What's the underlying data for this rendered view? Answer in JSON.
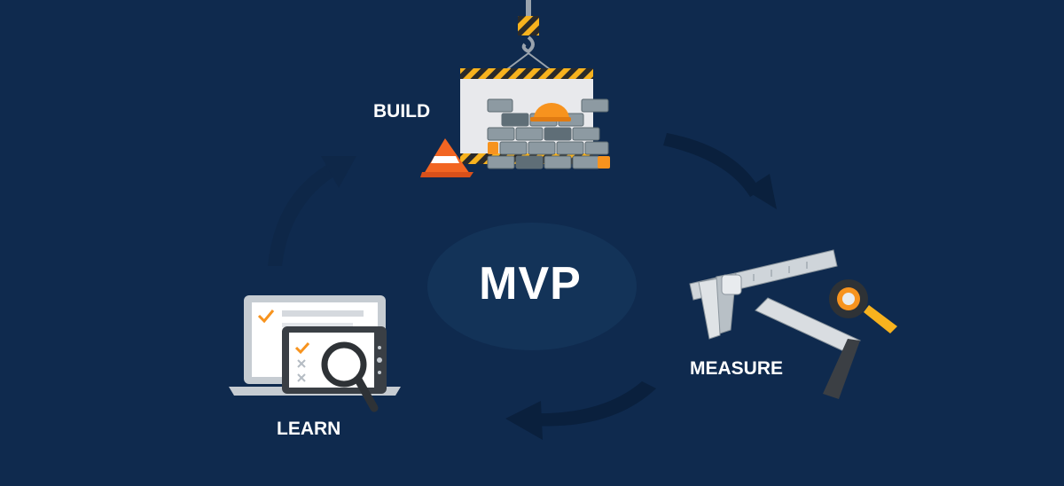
{
  "diagram": {
    "center_label": "MVP",
    "steps": [
      {
        "label": "BUILD"
      },
      {
        "label": "MEASURE"
      },
      {
        "label": "LEARN"
      }
    ]
  },
  "colors": {
    "background": "#0f2a4e",
    "center_ellipse": "#133358",
    "arrow": "#0b2240",
    "accent_orange": "#f7931e",
    "text": "#ffffff"
  },
  "icons": {
    "build": "brick-wall-crane-icon",
    "measure": "caliper-ruler-tape-icon",
    "learn": "laptop-checklist-magnifier-icon"
  }
}
